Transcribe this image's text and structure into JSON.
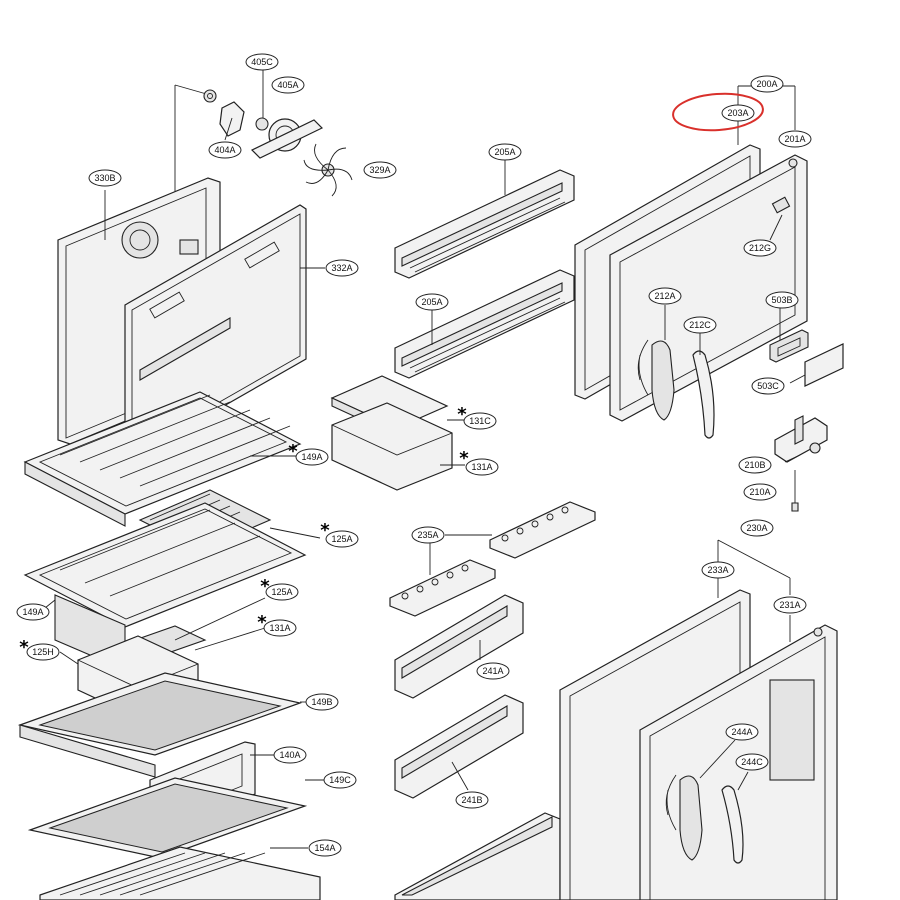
{
  "labels": {
    "l405C": "405C",
    "l405A": "405A",
    "l404A": "404A",
    "l329A": "329A",
    "l330B": "330B",
    "l332A": "332A",
    "l205A_top": "205A",
    "l205A_bottom": "205A",
    "l200A": "200A",
    "l203A": "203A",
    "l201A": "201A",
    "l212G": "212G",
    "l212A": "212A",
    "l212C": "212C",
    "l503B": "503B",
    "l503C": "503C",
    "l210B": "210B",
    "l210A": "210A",
    "l131C": "131C",
    "l131A_right": "131A",
    "l149A_top": "149A",
    "l125A_right": "125A",
    "l149A_left": "149A",
    "l125A_mid": "125A",
    "l131A_mid": "131A",
    "l125H": "125H",
    "l149B": "149B",
    "l140A": "140A",
    "l149C": "149C",
    "l154A": "154A",
    "l235A": "235A",
    "l241A": "241A",
    "l241B": "241B",
    "l230A": "230A",
    "l233A": "233A",
    "l231A": "231A",
    "l244A": "244A",
    "l244C": "244C"
  },
  "markers": {
    "asterisk": "*"
  },
  "highlight": {
    "target": "203A",
    "color": "#d9302b"
  }
}
